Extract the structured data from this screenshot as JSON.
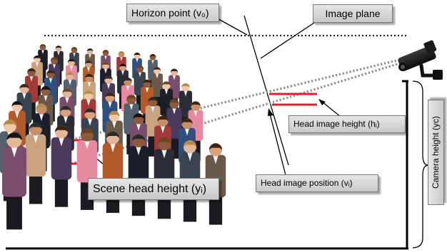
{
  "labels": {
    "horizon_point": "Horizon point (v₀)",
    "image_plane": "Image plane",
    "head_image_height": "Head image height (hᵢ)",
    "head_image_position": "Head image position (vᵢ)",
    "scene_head_height": "Scene head height (yᵢ)",
    "camera_height": "Camera height (yᴄ)"
  },
  "colors": {
    "label_fill": "#d4d4d4",
    "measure_red": "#e0202a",
    "ray": "#8c8c8c",
    "line": "#000000"
  },
  "icons": [
    "security-camera-icon",
    "crowd-photo"
  ]
}
